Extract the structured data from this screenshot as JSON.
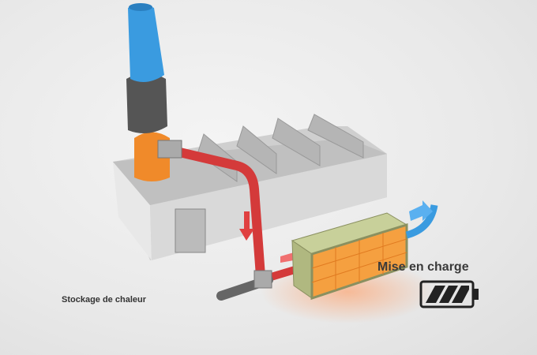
{
  "labels": {
    "heat_storage": "Stockage de chaleur",
    "charging": "Mise en charge"
  },
  "battery": {
    "segments_filled": 3
  },
  "colors": {
    "chimney_top": "#3a9be0",
    "chimney_collar": "#555555",
    "chimney_base": "#f08a2a",
    "hot_pipe": "#d43a3a",
    "cold_pipe": "#3a9be0",
    "container": "#c8d09a",
    "container_glow": "#f5a040"
  }
}
